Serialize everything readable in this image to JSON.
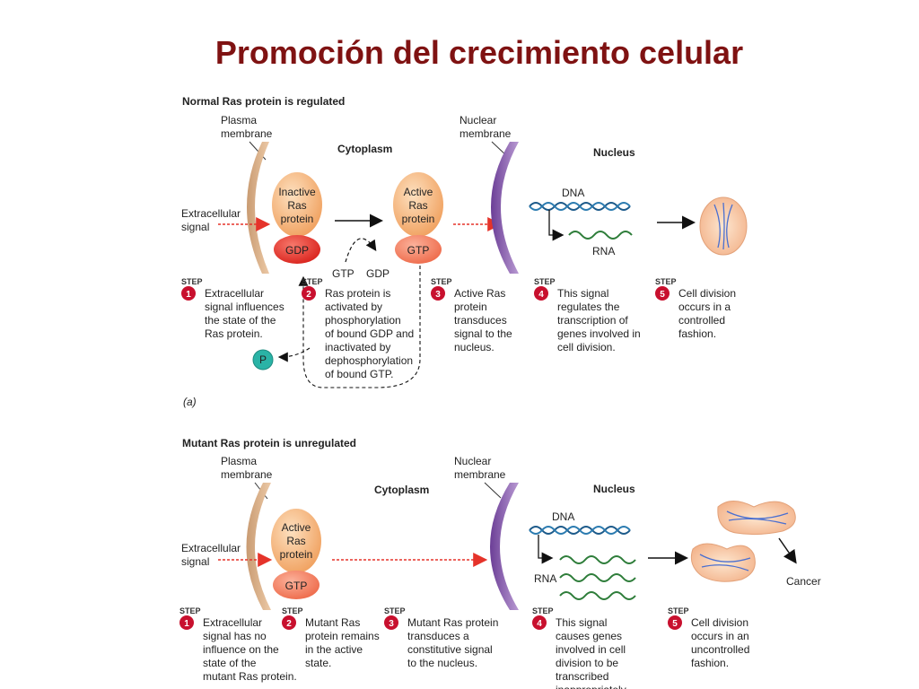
{
  "title": "Promoción del crecimiento celular",
  "top": {
    "heading": "Normal Ras protein is regulated",
    "plasma": [
      "Plasma",
      "membrane"
    ],
    "cytoplasm": "Cytoplasm",
    "nuclear": [
      "Nuclear",
      "membrane"
    ],
    "nucleus": "Nucleus",
    "signal": [
      "Extracellular",
      "signal"
    ],
    "inactive": [
      "Inactive",
      "Ras",
      "protein"
    ],
    "active": [
      "Active",
      "Ras",
      "protein"
    ],
    "gdp": "GDP",
    "gtp": "GTP",
    "gtp_small": "GTP",
    "gdp_small": "GDP",
    "dna": "DNA",
    "rna": "RNA",
    "p": "P",
    "panel_label": "(a)",
    "steps": [
      {
        "n": "1",
        "lines": [
          "Extracellular",
          "signal influences",
          "the state of the",
          "Ras protein."
        ]
      },
      {
        "n": "2",
        "lines": [
          "Ras protein is",
          "activated by",
          "phosphorylation",
          "of bound GDP and",
          "inactivated by",
          "dephosphorylation",
          "of bound GTP."
        ]
      },
      {
        "n": "3",
        "lines": [
          "Active Ras",
          "protein",
          "transduces",
          "signal to the",
          "nucleus."
        ]
      },
      {
        "n": "4",
        "lines": [
          "This signal",
          "regulates the",
          "transcription of",
          "genes involved in",
          "cell division."
        ]
      },
      {
        "n": "5",
        "lines": [
          "Cell division",
          "occurs in a",
          "controlled",
          "fashion."
        ]
      }
    ]
  },
  "bottom": {
    "heading": "Mutant Ras protein is unregulated",
    "plasma": [
      "Plasma",
      "membrane"
    ],
    "cytoplasm": "Cytoplasm",
    "nuclear": [
      "Nuclear",
      "membrane"
    ],
    "nucleus": "Nucleus",
    "signal": [
      "Extracellular",
      "signal"
    ],
    "active": [
      "Active",
      "Ras",
      "protein"
    ],
    "gtp": "GTP",
    "dna": "DNA",
    "rna": "RNA",
    "cancer": "Cancer",
    "steps": [
      {
        "n": "1",
        "lines": [
          "Extracellular",
          "signal has no",
          "influence on the",
          "state of the",
          "mutant Ras protein."
        ]
      },
      {
        "n": "2",
        "lines": [
          "Mutant Ras",
          "protein remains",
          "in the active",
          "state."
        ]
      },
      {
        "n": "3",
        "lines": [
          "Mutant Ras protein",
          "transduces a",
          "constitutive signal",
          "to the nucleus."
        ]
      },
      {
        "n": "4",
        "lines": [
          "This signal",
          "causes genes",
          "involved in cell",
          "division to be",
          "transcribed",
          "inappropriately."
        ]
      },
      {
        "n": "5",
        "lines": [
          "Cell division",
          "occurs in an",
          "uncontrolled",
          "fashion."
        ]
      }
    ]
  },
  "step_word": "STEP",
  "colors": {
    "title": "#7f1212",
    "membrane": "#d9b08c",
    "nuclear": "#8a5cb0",
    "ras": "#f6b37a",
    "gdp": "#e5332a",
    "gtp": "#f07b5a",
    "step": "#c8102e",
    "signal": "#e5332a"
  }
}
